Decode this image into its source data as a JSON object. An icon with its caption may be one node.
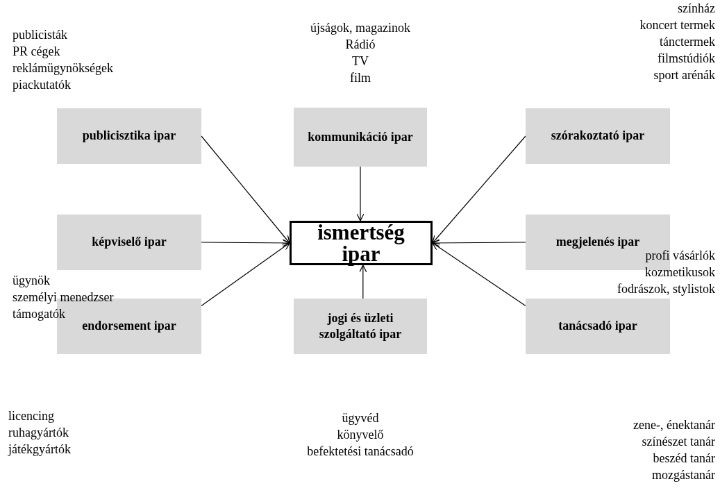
{
  "diagram": {
    "nodes": [
      {
        "text": [
          "publicisztika ipar"
        ],
        "beside": [
          "publicisták",
          "PR cégek",
          "reklámügynökségek",
          "piackutatók"
        ]
      },
      {
        "text": [
          "kommunikáció ipar"
        ],
        "beside": [
          "újságok, magazinok",
          "Rádió",
          "TV",
          "film"
        ]
      },
      {
        "text": [
          "szórakoztató ipar"
        ],
        "beside": [
          "színház",
          "koncert termek",
          "tánctermek",
          "filmstúdiók",
          "sport arénák"
        ]
      },
      {
        "text": [
          "képviselő ipar"
        ],
        "beside": [
          "ügynök",
          "személyi menedzser",
          "támogatók"
        ]
      },
      {
        "text": [
          "ismertség ipar"
        ]
      },
      {
        "text": [
          "megjelenés ipar"
        ],
        "beside": [
          "profi vásárlók",
          "kozmetikusok",
          "fodrászok, stylistok"
        ]
      },
      {
        "text": [
          "endorsement ipar"
        ],
        "beside": [
          "licencing",
          "ruhagyártók",
          "játékgyártók"
        ]
      },
      {
        "text": [
          "jogi és üzleti szolgáltató ipar"
        ],
        "beside": [
          "ügyvéd",
          "könyvelő",
          "befektetési tanácsadó"
        ]
      },
      {
        "text": [
          "tanácsadó ipar"
        ],
        "beside": [
          "zene-, énektanár",
          "színészet tanár",
          "beszéd tanár",
          "mozgástanár"
        ]
      }
    ],
    "edges": [
      {
        "from": 0,
        "to": 4,
        "arrow": "to"
      },
      {
        "from": 1,
        "to": 4,
        "arrow": "to"
      },
      {
        "from": 2,
        "to": 4,
        "arrow": "to"
      },
      {
        "from": 3,
        "to": 4,
        "arrow": "to"
      },
      {
        "from": 5,
        "to": 4,
        "arrow": "to"
      },
      {
        "from": 6,
        "to": 4,
        "arrow": "to"
      },
      {
        "from": 7,
        "to": 4,
        "arrow": "to"
      },
      {
        "from": 8,
        "to": 4,
        "arrow": "to"
      }
    ]
  }
}
